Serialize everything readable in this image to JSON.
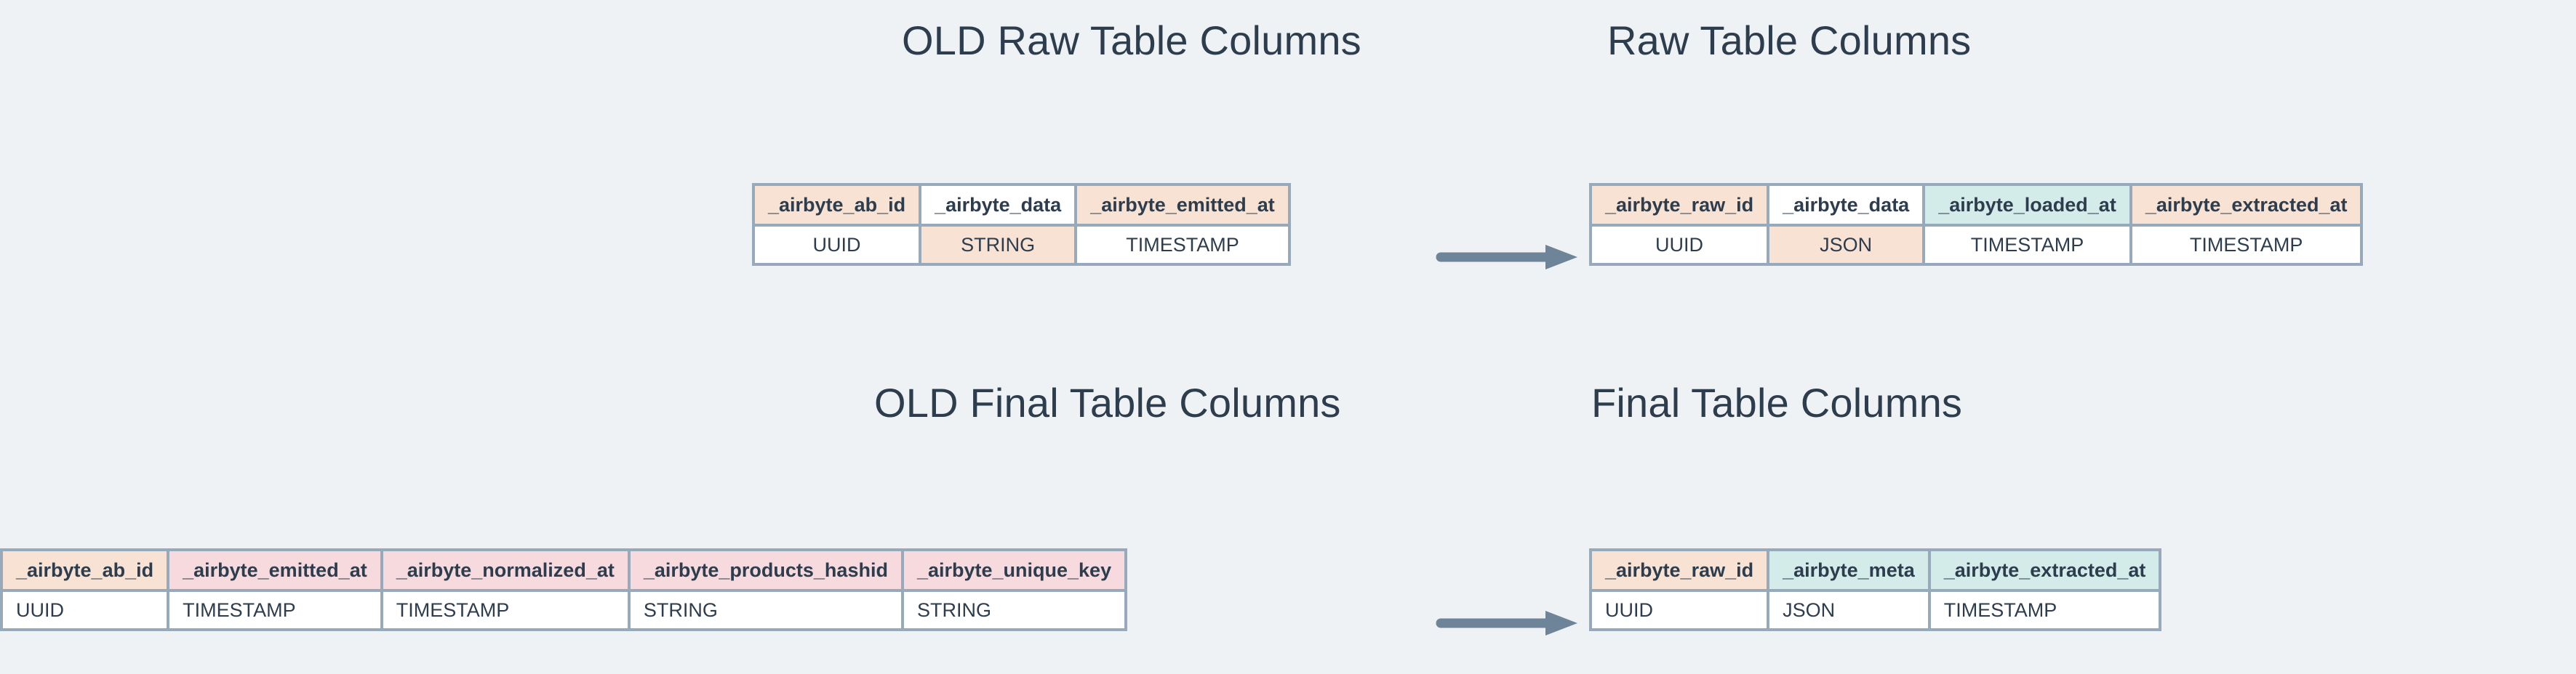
{
  "canvas": {
    "background": "#eef2f5",
    "text_color": "#2e3d4d",
    "border_color": "#97aabb",
    "arrow_color": "#6e8499",
    "fill_peach": "#f8e2d4",
    "fill_teal": "#d3ecea",
    "fill_pink": "#f6dade",
    "fill_white": "#ffffff"
  },
  "titles": {
    "old_raw": "OLD Raw Table Columns",
    "new_raw": "Raw Table Columns",
    "old_final": "OLD Final Table Columns",
    "new_final": "Final Table Columns"
  },
  "tables": {
    "old_raw": {
      "title": "OLD Raw Table Columns",
      "align": "center",
      "columns": [
        {
          "name": "_airbyte_ab_id",
          "type": "UUID",
          "header_fill": "peach",
          "type_fill": "white"
        },
        {
          "name": "_airbyte_data",
          "type": "STRING",
          "header_fill": "white",
          "type_fill": "peach"
        },
        {
          "name": "_airbyte_emitted_at",
          "type": "TIMESTAMP",
          "header_fill": "peach",
          "type_fill": "white"
        }
      ]
    },
    "new_raw": {
      "title": "Raw Table Columns",
      "align": "center",
      "columns": [
        {
          "name": "_airbyte_raw_id",
          "type": "UUID",
          "header_fill": "peach",
          "type_fill": "white"
        },
        {
          "name": "_airbyte_data",
          "type": "JSON",
          "header_fill": "white",
          "type_fill": "peach"
        },
        {
          "name": "_airbyte_loaded_at",
          "type": "TIMESTAMP",
          "header_fill": "teal",
          "type_fill": "white"
        },
        {
          "name": "_airbyte_extracted_at",
          "type": "TIMESTAMP",
          "header_fill": "peach",
          "type_fill": "white"
        }
      ]
    },
    "old_final": {
      "title": "OLD Final Table Columns",
      "align": "left",
      "columns": [
        {
          "name": "_airbyte_ab_id",
          "type": "UUID",
          "header_fill": "peach",
          "type_fill": "white"
        },
        {
          "name": "_airbyte_emitted_at",
          "type": "TIMESTAMP",
          "header_fill": "pink",
          "type_fill": "white"
        },
        {
          "name": "_airbyte_normalized_at",
          "type": "TIMESTAMP",
          "header_fill": "pink",
          "type_fill": "white"
        },
        {
          "name": "_airbyte_products_hashid",
          "type": "STRING",
          "header_fill": "pink",
          "type_fill": "white"
        },
        {
          "name": "_airbyte_unique_key",
          "type": "STRING",
          "header_fill": "pink",
          "type_fill": "white"
        }
      ]
    },
    "new_final": {
      "title": "Final Table Columns",
      "align": "left",
      "columns": [
        {
          "name": "_airbyte_raw_id",
          "type": "UUID",
          "header_fill": "peach",
          "type_fill": "white"
        },
        {
          "name": "_airbyte_meta",
          "type": "JSON",
          "header_fill": "teal",
          "type_fill": "white"
        },
        {
          "name": "_airbyte_extracted_at",
          "type": "TIMESTAMP",
          "header_fill": "teal",
          "type_fill": "white"
        }
      ]
    }
  },
  "arrows": {
    "raw": {
      "label": "old-raw-to-new-raw",
      "direction": "right"
    },
    "final": {
      "label": "old-final-to-new-final",
      "direction": "right"
    }
  }
}
